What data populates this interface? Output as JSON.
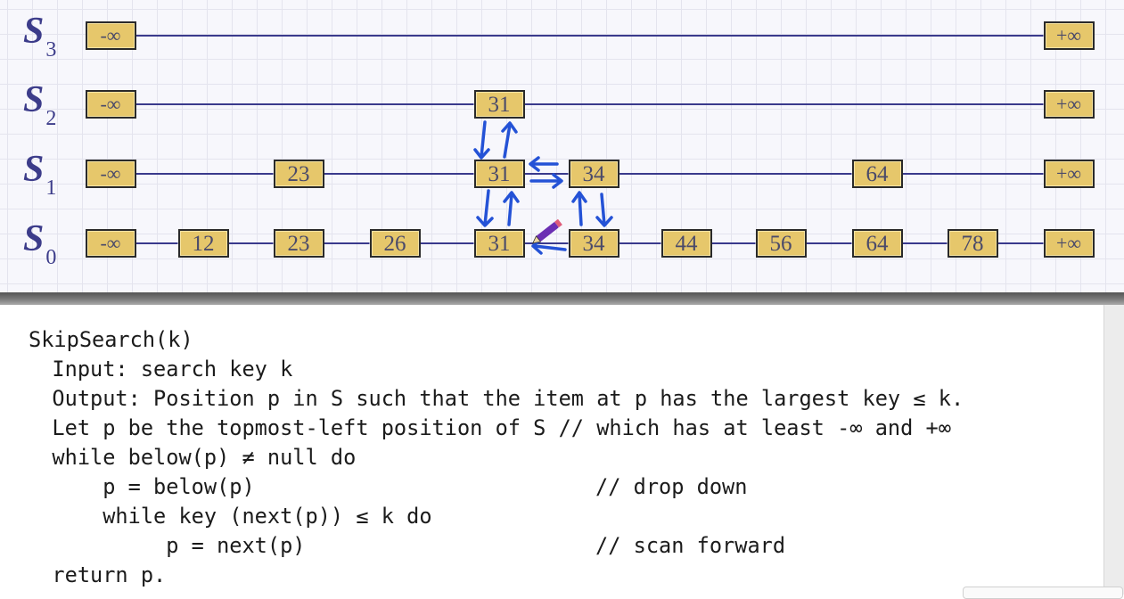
{
  "diagram": {
    "levels": [
      {
        "label": "S",
        "index": "3",
        "nodes": [
          "-∞",
          "+∞"
        ]
      },
      {
        "label": "S",
        "index": "2",
        "nodes": [
          "-∞",
          "31",
          "+∞"
        ]
      },
      {
        "label": "S",
        "index": "1",
        "nodes": [
          "-∞",
          "23",
          "31",
          "34",
          "64",
          "+∞"
        ]
      },
      {
        "label": "S",
        "index": "0",
        "nodes": [
          "-∞",
          "12",
          "23",
          "26",
          "31",
          "34",
          "44",
          "56",
          "64",
          "78",
          "+∞"
        ]
      }
    ],
    "colors": {
      "node_fill": "#e6c76b",
      "node_border": "#2a2a2a",
      "node_text": "#4a4a6a",
      "link_line": "#3a3a8c",
      "annotation_arrow": "#2452d6",
      "pencil": "#6b2fb3"
    },
    "annotations": {
      "pencil_icon": "pencil-icon",
      "arrow_icons": [
        "arrow-down-icon",
        "arrow-up-icon",
        "arrow-left-icon",
        "arrow-right-icon"
      ]
    }
  },
  "code": {
    "lines": [
      "SkipSearch(k)",
      "  Input: search key k",
      "  Output: Position p in S such that the item at p has the largest key ≤ k.",
      "  Let p be the topmost-left position of S // which has at least -∞ and +∞",
      "  while below(p) ≠ null do",
      "      p = below(p)",
      "      while key (next(p)) ≤ k do",
      "           p = next(p)",
      "  return p."
    ],
    "comments": {
      "drop": "// drop down",
      "scan": "// scan forward"
    }
  }
}
